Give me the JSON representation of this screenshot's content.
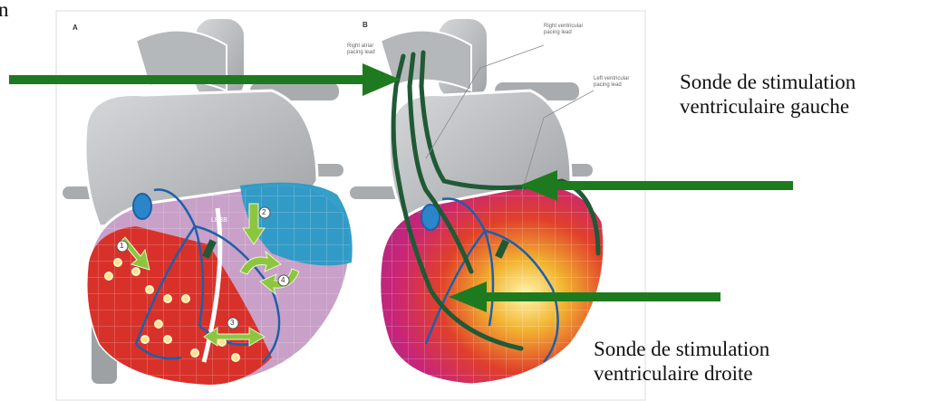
{
  "figure": {
    "panel_a_label": "A",
    "panel_b_label": "B",
    "lbbb_label": "LBBB",
    "step_numbers": [
      "1",
      "2",
      "3",
      "4"
    ],
    "lead_labels": {
      "right_atrial": "Right atrial pacing lead",
      "right_ventricular": "Right ventricular pacing lead",
      "left_ventricular": "Left ventricular pacing lead"
    }
  },
  "annotations": {
    "left_fragment": "n",
    "left_ventricular_caption_line1": "Sonde de stimulation",
    "left_ventricular_caption_line2": "ventriculaire gauche",
    "right_ventricular_caption_line1": "Sonde de stimulation",
    "right_ventricular_caption_line2": "ventriculaire droite"
  },
  "colors": {
    "arrow_green": "#1e7a1e",
    "lead_green": "#1f5a35",
    "heart_gray": "#b9bcbe",
    "conduction_blue": "#1f5fa8",
    "lbbb_red": "#d8312a",
    "blue_zone": "#2a9ac6",
    "purple_zone": "#b48ab4"
  }
}
